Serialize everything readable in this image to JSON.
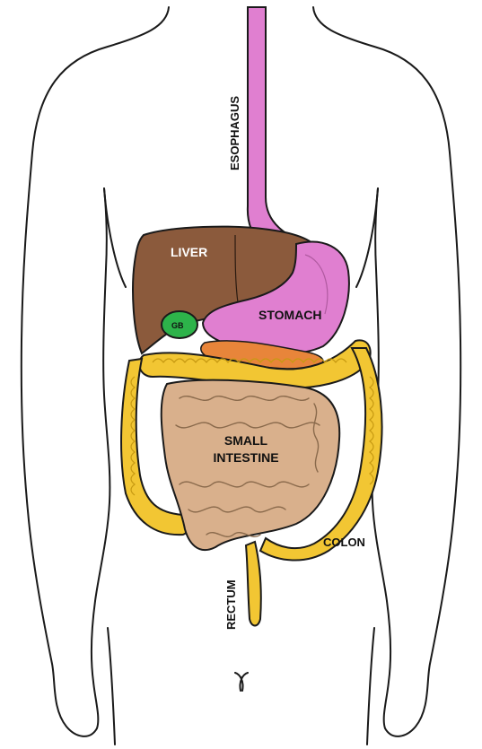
{
  "labels": {
    "esophagus": "ESOPHAGUS",
    "liver": "LIVER",
    "gallbladder": "GB",
    "stomach": "STOMACH",
    "small_intestine_line1": "SMALL",
    "small_intestine_line2": "INTESTINE",
    "colon": "COLON",
    "rectum": "RECTUM"
  },
  "colors": {
    "outline": "#1a1a1a",
    "esophagus_stomach": "#e07fd0",
    "liver": "#8b5a3c",
    "gallbladder": "#2db34a",
    "pancreas": "#e8853a",
    "small_intestine": "#d9b08c",
    "colon": "#f2c633",
    "label_light": "#ffffff",
    "label_dark": "#111111"
  }
}
